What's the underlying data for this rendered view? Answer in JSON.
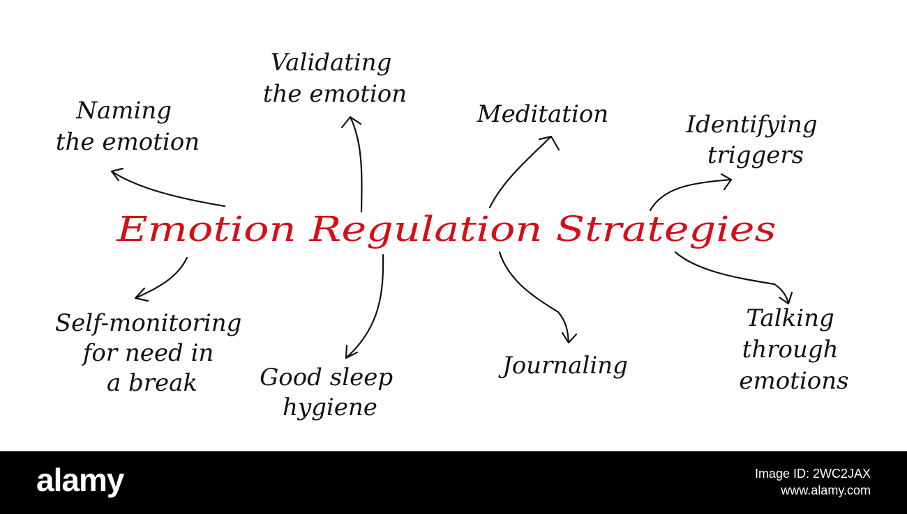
{
  "diagram": {
    "title": "Emotion Regulation Strategies",
    "nodes": {
      "naming": [
        "Naming",
        "the emotion"
      ],
      "validating": [
        "Validating",
        "the emotion"
      ],
      "meditation": [
        "Meditation"
      ],
      "triggers": [
        "Identifying",
        "triggers"
      ],
      "selfmonitoring": [
        "Self-monitoring",
        "for need in",
        "a break"
      ],
      "sleep": [
        "Good sleep",
        "hygiene"
      ],
      "journaling": [
        "Journaling"
      ],
      "talking": [
        "Talking",
        "through",
        "emotions"
      ]
    }
  },
  "footer": {
    "logo": "alamy",
    "image_id_label": "Image ID: 2WC2JAX",
    "site": "www.alamy.com"
  },
  "colors": {
    "title_red": "#d40f17",
    "ink": "#111111",
    "footer_bg": "#000000"
  }
}
